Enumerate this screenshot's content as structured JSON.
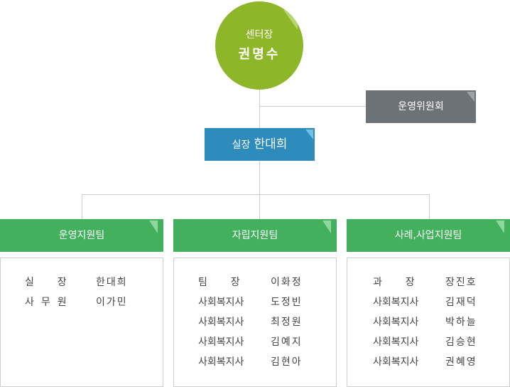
{
  "director": {
    "title": "센터장",
    "name": "권명수"
  },
  "committee": {
    "label": "운영위원회"
  },
  "chief": {
    "role": "실장",
    "name": "한대희"
  },
  "teams": [
    {
      "name": "운영지원팀",
      "members": [
        {
          "role": "실  장",
          "name": "한대희"
        },
        {
          "role": "사무원",
          "name": "이가민"
        }
      ]
    },
    {
      "name": "자립지원팀",
      "members": [
        {
          "role": "팀  장",
          "name": "이화정"
        },
        {
          "role": "사회복지사",
          "name": "도정빈"
        },
        {
          "role": "사회복지사",
          "name": "최정원"
        },
        {
          "role": "사회복지사",
          "name": "김예지"
        },
        {
          "role": "사회복지사",
          "name": "김현아"
        }
      ]
    },
    {
      "name": "사례,사업지원팀",
      "members": [
        {
          "role": "과  장",
          "name": "장진호"
        },
        {
          "role": "사회복지사",
          "name": "김재덕"
        },
        {
          "role": "사회복지사",
          "name": "박하늘"
        },
        {
          "role": "사회복지사",
          "name": "김승현"
        },
        {
          "role": "사회복지사",
          "name": "권혜영"
        }
      ]
    }
  ]
}
